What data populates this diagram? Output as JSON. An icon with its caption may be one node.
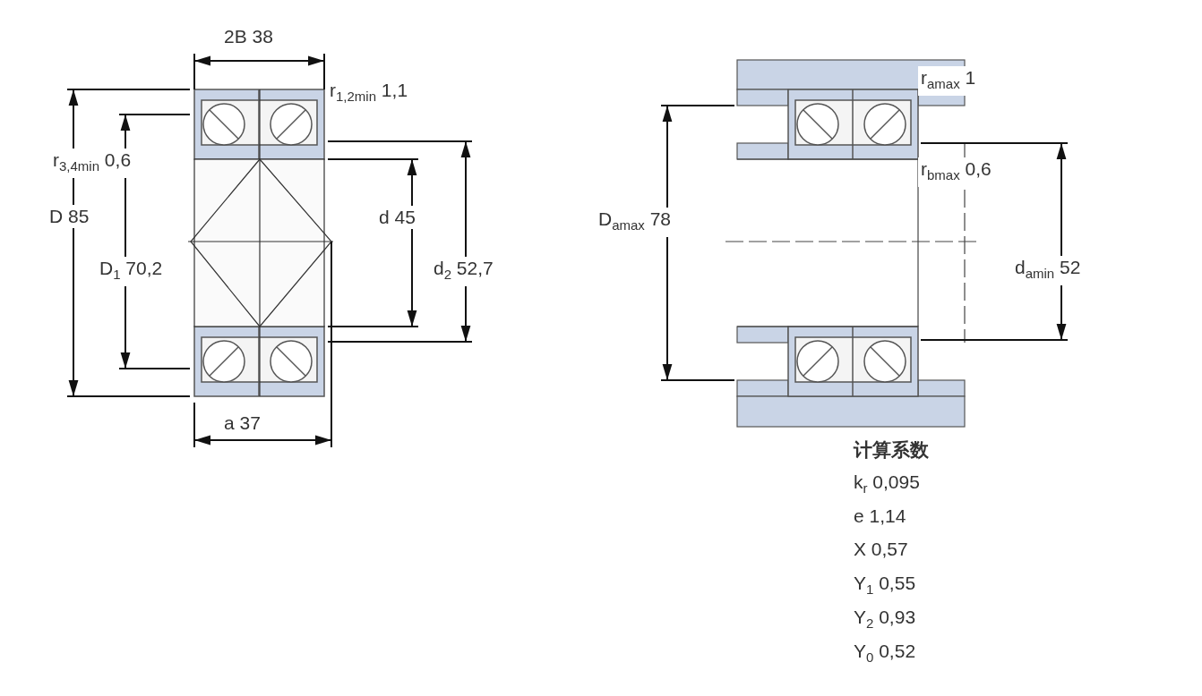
{
  "diagram": {
    "labels": [
      "2B 38",
      "r$_{1,2min}$ 1,1",
      "r$_{3,4min}$ 0,6",
      "D 85",
      "D$_{1}$ 70,2",
      "d 45",
      "d$_{2}$ 52,7",
      "a 37",
      "r$_{amax}$ 1",
      "D$_{amax}$ 78",
      "r$_{bmax}$ 0,6",
      "d$_{amin}$ 52",
      "计算系数",
      "k$_{r}$ 0,095",
      "e 1,14",
      "X 0,57",
      "Y$_{1}$ 0,55",
      "Y$_{2}$ 0,93",
      "Y$_{0}$ 0,52"
    ]
  }
}
